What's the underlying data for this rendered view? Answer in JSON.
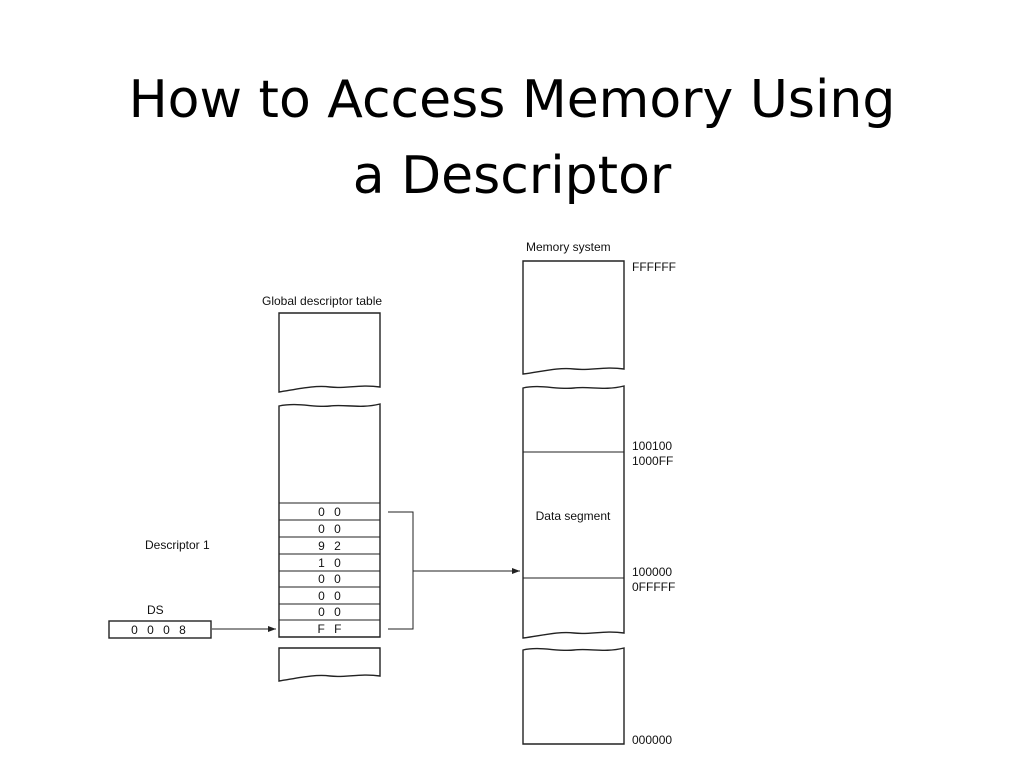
{
  "slide": {
    "title_line1": "How to Access Memory Using",
    "title_line2": "a Descriptor"
  },
  "gdt": {
    "title": "Global descriptor table",
    "bytes": [
      "0 0",
      "0 0",
      "9 2",
      "1 0",
      "0 0",
      "0 0",
      "0 0",
      "F F"
    ]
  },
  "descriptor_label": "Descriptor 1",
  "ds": {
    "label": "DS",
    "value": "0 0 0 8"
  },
  "memory": {
    "title": "Memory system",
    "data_segment_label": "Data segment",
    "addresses": {
      "top": "FFFFFF",
      "segment_top_1": "100100",
      "segment_top_2": "1000FF",
      "segment_base_1": "100000",
      "segment_base_2": "0FFFFF",
      "bottom": "000000"
    }
  }
}
